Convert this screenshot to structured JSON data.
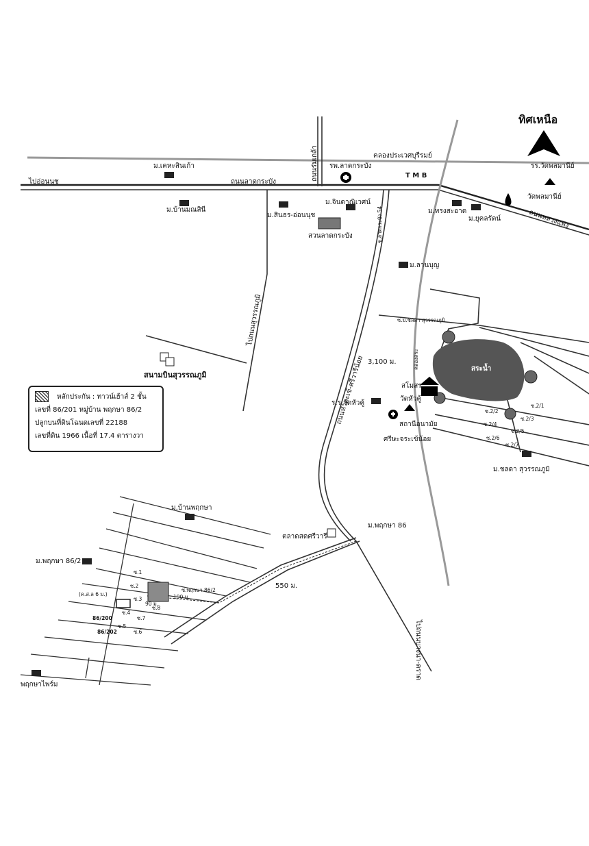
{
  "north": {
    "label": "ทิศเหนือ"
  },
  "legend": {
    "title": "หลักประกัน : ทาวน์เฮ้าส์ 2 ชั้น",
    "line1": "เลขที่ 86/201 หมู่บ้าน พฤกษา 86/2",
    "line2": "ปลูกบนที่ดินโฉนดเลขที่ 22188",
    "line3": "เลขที่ดิน 1966 เนื้อที่ 17.4 ตารางวา"
  },
  "roads": {
    "to_onnut": "ไปอ่อนนุช",
    "lat_krabang_rd": "ถนนลาดกระบัง",
    "romklao_rd": "ถนนร่มเกล้า",
    "canal": "คลองประเวศบุรีรมย์",
    "luang_phaeng_rd": "ถนนหลวงแพ่ง",
    "to_suvarnabhumi": "ไปถนนสุวรรณภูมิ",
    "sriwara_noi_rd": "ถนนหัวตะเข้-ศรีวารีน้อย",
    "to_bangna_trad": "ไปถนนบางนา-ตราด",
    "soi_lat_krabang_54": "ซ.ลาดกระบัง 54",
    "soi_chollada": "ซ.ม.ชลดา สุวรรณภูมิ",
    "khlong_sa": "คลองสระ",
    "dist_3100": "3,100 ม.",
    "dist_550": "550 ม.",
    "dist_190": "190 ม.",
    "dist_90": "90 ม."
  },
  "places": {
    "hosp_latkrabang": "รพ.ลาดกระบัง",
    "tmb": "T M B",
    "school_wat_phlom": "รร.วัดพลมานีย์",
    "wat_phlom": "วัดพลมานีย์",
    "keha_sinkha": "ม.เคหะสินเก้า",
    "ban_manisin": "ม.บ้านมณสินี",
    "sinthorn_onnut": "ม.สินธร-อ่อนนุช",
    "chindawet": "ม.จินดาณิเวศน์",
    "suan_latkrabang": "สวนลาดกระบัง",
    "thongsa_at": "ม.ทรงสะอาด",
    "yukolrat": "ม.ยุคลรัตน์",
    "lanbun": "ม.ลานบุญ",
    "sa_nam": "สระน้ำ",
    "samosorn": "สโมสร",
    "wat_hua_khu": "วัดหัวคู้",
    "school_wat_hua_khu": "ร.ร.วัดหัวคู้",
    "health_center": "สถานีอนามัย",
    "health_center2": "ศรีษะจระเข้น้อย",
    "chollada": "ม.ชลดา สุวรรณภูมิ",
    "airport": "สนามบินสุวรรณภูมิ",
    "ban_pruksa": "ม.บ้านพฤกษา",
    "pruksa_86_2": "ม.พฤกษา 86/2",
    "pruksa_86": "ม.พฤกษา 86",
    "talad_sriwara": "ตลาดสดศรีวารี",
    "pruksa_prom": "พฤกษาไพร์ม",
    "lot_200": "86/200",
    "lot_202": "86/202",
    "soi_pruksa_86_2": "ซ.พฤกษา 86/2",
    "kh_sh": "(ค.ส.ล 6 ม.)"
  },
  "soi_labels": [
    "ซ.1",
    "ซ.2",
    "ซ.3",
    "ซ.4",
    "ซ.5",
    "ซ.6",
    "ซ.7",
    "ซ.8",
    "ซ.2/1",
    "ซ.2/2",
    "ซ.2/3",
    "ซ.2/4",
    "ซ.2/5",
    "ซ.2/6",
    "ซ.2/7"
  ],
  "colors": {
    "ink": "#111111",
    "water": "#555555",
    "rail": "#999999",
    "plot": "#8a8a8a"
  }
}
